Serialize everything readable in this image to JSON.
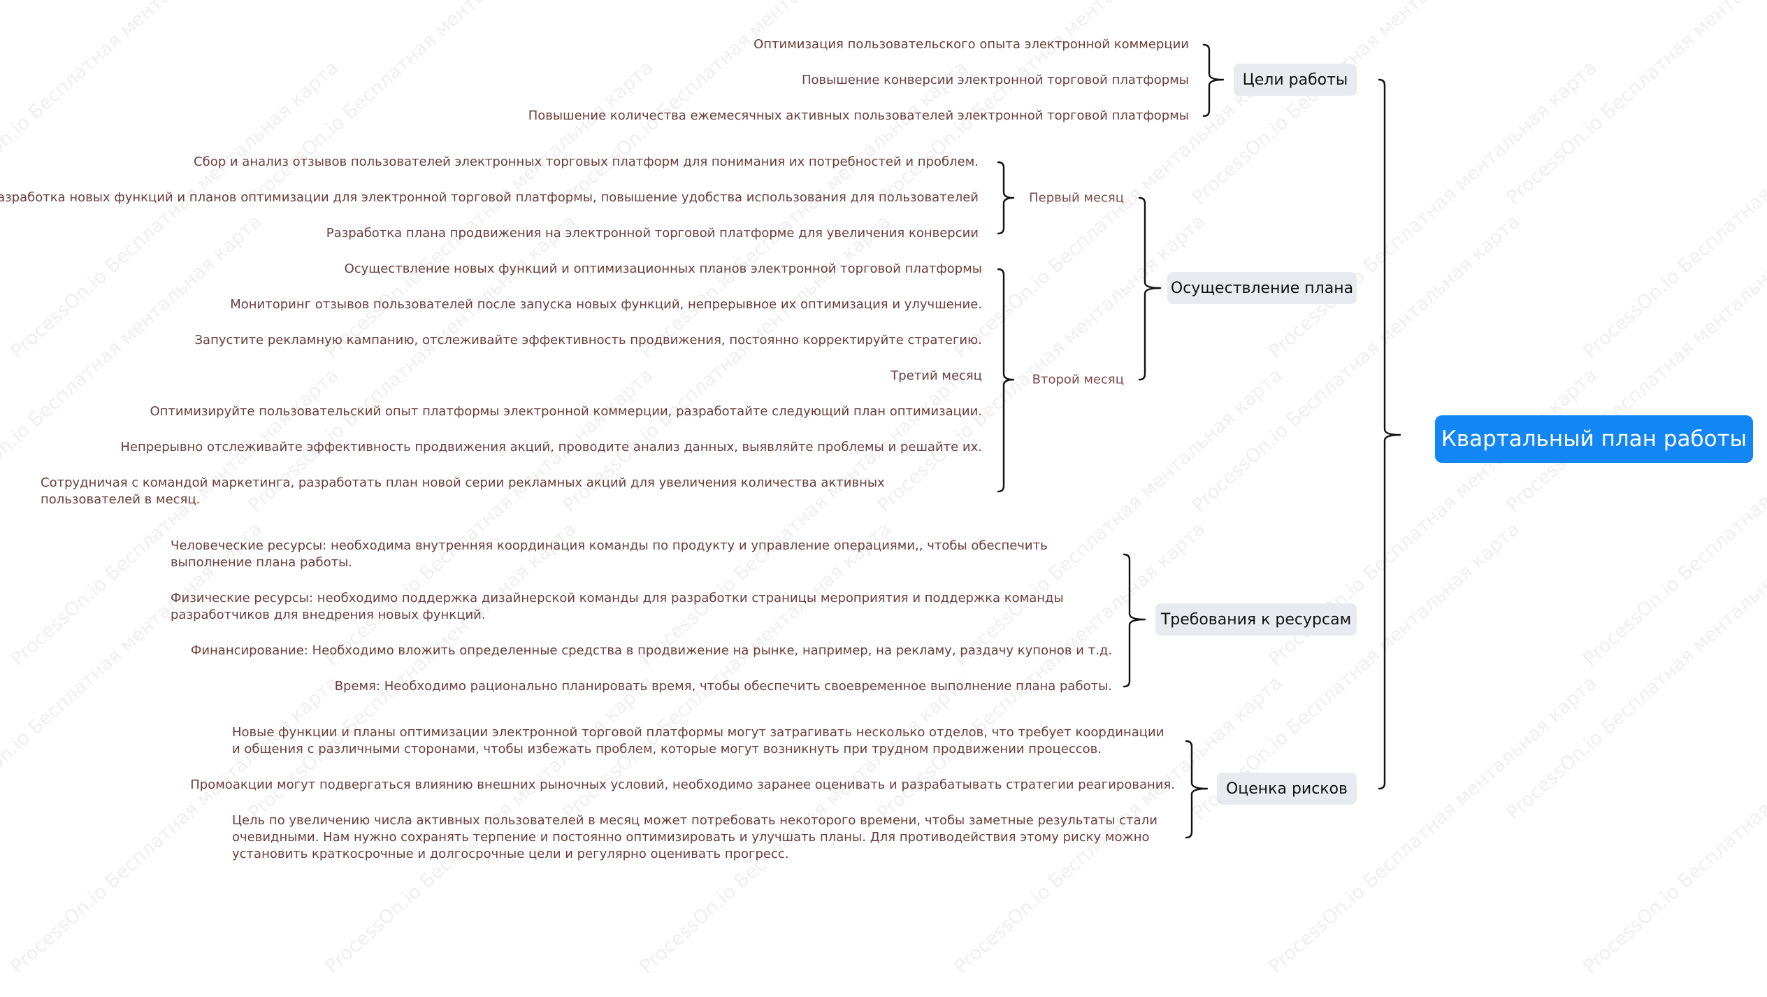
{
  "watermark": {
    "lines": [
      "ProcessOn.io Бесплатная ментальная карта",
      "ProcessOn.io Бесплатная ментальная карта",
      "ProcessOn.io Бесплатная ментальная карта",
      "ProcessOn.io Бесплатная ментальная карта",
      "ProcessOn.io Бесплатная ментальная карта",
      "ProcessOn.io Бесплатная ментальная карта",
      "ProcessOn.io Бесплатная ментальная карта",
      "ProcessOn.io Бесплатная ментальная карта",
      "ProcessOn.io Бесплатная ментальная карта",
      "ProcessOn.io Бесплатная ментальная карта",
      "ProcessOn.io Бесплатная ментальная карта",
      "ProcessOn.io Бесплатная ментальная карта",
      "ProcessOn.io Бесплатная ментальная карта",
      "ProcessOn.io Бесплатная ментальная карта",
      "ProcessOn.io Бесплатная ментальная карта",
      "ProcessOn.io Бесплатная ментальная карта",
      "ProcessOn.io Бесплатная ментальная карта",
      "ProcessOn.io Бесплатная ментальная карта",
      "ProcessOn.io Бесплатная ментальная карта",
      "ProcessOn.io Бесплатная ментальная карта",
      "ProcessOn.io Бесплатная ментальная карта",
      "ProcessOn.io Бесплатная ментальная карта",
      "ProcessOn.io Бесплатная ментальная карта",
      "ProcessOn.io Бесплатная ментальная карта",
      "ProcessOn.io Бесплатная ментальная карта",
      "ProcessOn.io Бесплатная ментальная карта",
      "ProcessOn.io Бесплатная ментальная карта",
      "ProcessOn.io Бесплатная ментальная карта",
      "ProcessOn.io Бесплатная ментальная карта",
      "ProcessOn.io Бесплатная ментальная карта",
      "ProcessOn.io Бесплатная ментальная карта",
      "ProcessOn.io Бесплатная ментальная карта",
      "ProcessOn.io Бесплатная ментальная карта",
      "ProcessOn.io Бесплатная ментальная карта",
      "ProcessOn.io Бесплатная ментальная карта",
      "ProcessOn.io Бесплатная ментальная карта"
    ]
  },
  "colors": {
    "root_bg": "#1186f4",
    "branch_bg": "#e7ebef",
    "leaf_text": "#6a3e3b",
    "connector": "#111111"
  },
  "mindmap": {
    "root": "Квартальный план работы",
    "branches": [
      {
        "label": "Цели работы",
        "leaves": [
          "Оптимизация пользовательского опыта электронной коммерции",
          "Повышение конверсии электронной торговой платформы",
          "Повышение количества ежемесячных активных пользователей электронной торговой платформы"
        ]
      },
      {
        "label": "Осуществление плана",
        "subbranches": [
          {
            "label": "Первый месяц",
            "leaves": [
              "Сбор и анализ отзывов пользователей электронных торговых платформ для понимания их потребностей и проблем.",
              "Разработка новых функций и планов оптимизации для электронной торговой платформы, повышение удобства использования для пользователей",
              "Разработка плана продвижения на электронной торговой платформе для увеличения конверсии"
            ]
          },
          {
            "label": "Второй месяц",
            "leaves": [
              "Осуществление новых функций и оптимизационных планов электронной торговой платформы",
              "Мониторинг отзывов пользователей после запуска новых функций, непрерывное их оптимизация и улучшение.",
              "Запустите рекламную кампанию, отслеживайте эффективность продвижения, постоянно корректируйте стратегию.",
              "Третий месяц",
              "Оптимизируйте пользовательский опыт платформы электронной коммерции, разработайте следующий план оптимизации.",
              "Непрерывно отслеживайте эффективность продвижения акций, проводите анализ данных, выявляйте проблемы и решайте их.",
              "Сотрудничая с командой маркетинга, разработать план новой серии рекламных акций для увеличения количества активных пользователей в месяц."
            ]
          }
        ]
      },
      {
        "label": "Требования к ресурсам",
        "leaves": [
          "Человеческие ресурсы: необходима внутренняя координация команды по продукту и управление операциями,, чтобы обеспечить выполнение плана работы.",
          "Физические ресурсы: необходимо поддержка дизайнерской команды для разработки страницы мероприятия и поддержка команды разработчиков для внедрения новых функций.",
          "Финансирование: Необходимо вложить определенные средства в продвижение на рынке, например, на рекламу, раздачу купонов и т.д.",
          "Время: Необходимо рационально планировать время, чтобы обеспечить своевременное выполнение плана работы."
        ]
      },
      {
        "label": "Оценка рисков",
        "leaves": [
          "Новые функции и планы оптимизации электронной торговой платформы могут затрагивать несколько отделов, что требует координации и общения с различными сторонами, чтобы избежать проблем, которые могут возникнуть при трудном продвижении процессов.",
          "Промоакции могут подвергаться влиянию внешних рыночных условий, необходимо заранее оценивать и разрабатывать стратегии реагирования.",
          "Цель по увеличению числа активных пользователей в месяц может потребовать некоторого времени, чтобы заметные результаты стали очевидными. Нам нужно сохранять терпение и постоянно оптимизировать и улучшать планы. Для противодействия этому риску можно установить краткосрочные и долгосрочные цели и регулярно оценивать прогресс."
        ]
      }
    ]
  }
}
